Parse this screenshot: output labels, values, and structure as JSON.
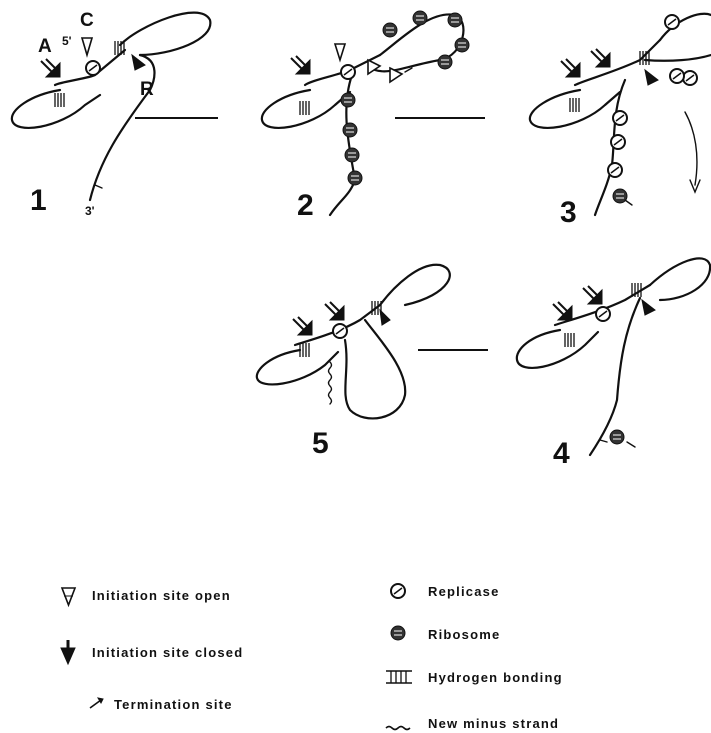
{
  "panels": {
    "p1": {
      "number": "1",
      "label_A": "A",
      "label_C": "C",
      "label_R": "R",
      "five_prime": "5'",
      "three_prime": "3'"
    },
    "p2": {
      "number": "2"
    },
    "p3": {
      "number": "3"
    },
    "p4": {
      "number": "4"
    },
    "p5": {
      "number": "5"
    }
  },
  "legend": {
    "open": "Initiation site open",
    "closed": "Initiation site closed",
    "termination": "Termination site",
    "replicase": "Replicase",
    "ribosome": "Ribosome",
    "hbond": "Hydrogen bonding",
    "minus": "New minus strand"
  }
}
